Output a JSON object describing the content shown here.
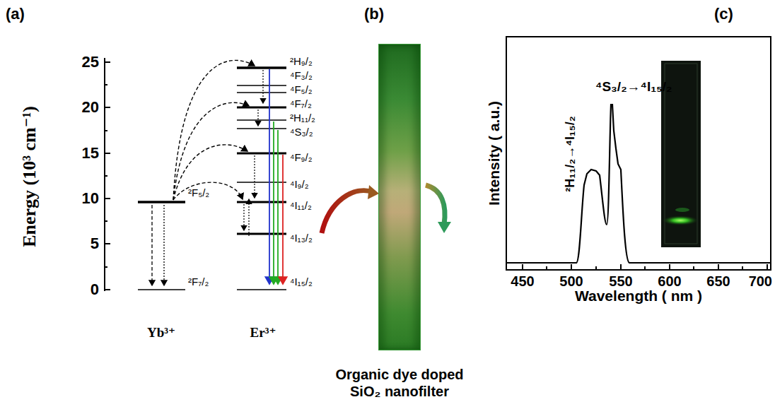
{
  "diagram": {
    "nodes": [
      {
        "text": [
          "Organic dye doped SiO₂ nanofilter"
        ]
      }
    ],
    "labels": [
      "(a)",
      "(b)",
      "(c)",
      "25",
      "20",
      "15",
      "10",
      "5",
      "0",
      "Energy (10³ cm⁻¹)",
      "²F₅/₂",
      "²F₇/₂",
      "Yb³⁺",
      "Er³⁺",
      "²H₉/₂",
      "⁴F₃/₂",
      "⁴F₅/₂",
      "⁴F₇/₂",
      "²H₁₁/₂",
      "⁴S₃/₂",
      "⁴F₉/₂",
      "⁴I₉/₂",
      "⁴I₁₁/₂",
      "⁴I₁₃/₂",
      "⁴I₁₅/₂",
      "Intensity ( a.u.)",
      "Wavelength ( nm )",
      "450",
      "500",
      "550",
      "600",
      "650",
      "700",
      "⁴S₃/₂→⁴I₁₅/₂",
      "²H₁₁/₂→⁴I₁₅/₂"
    ]
  }
}
